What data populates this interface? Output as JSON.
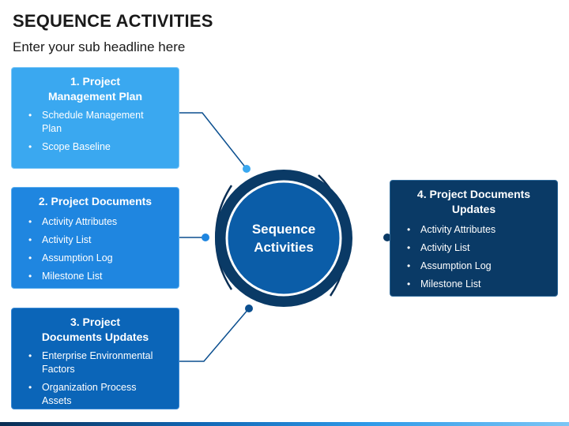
{
  "title": "SEQUENCE ACTIVITIES",
  "subtitle": "Enter your sub headline here",
  "center": {
    "label": "Sequence\nActivities"
  },
  "boxes": [
    {
      "heading": "1. Project\nManagement Plan",
      "items": [
        "Schedule Management\nPlan",
        "Scope Baseline"
      ]
    },
    {
      "heading": "2. Project Documents",
      "items": [
        "Activity Attributes",
        "Activity List",
        "Assumption Log",
        "Milestone List"
      ]
    },
    {
      "heading": "3. Project\nDocuments Updates",
      "items": [
        "Enterprise Environmental\nFactors",
        "Organization Process\nAssets"
      ]
    },
    {
      "heading": "4. Project Documents\nUpdates",
      "items": [
        "Activity Attributes",
        "Activity List",
        "Assumption Log",
        "Milestone List"
      ]
    }
  ],
  "colors": {
    "box1": "#3aa8f0",
    "box2": "#1f86e0",
    "box3": "#0b65b8",
    "box4": "#0a3a66",
    "center_fill": "#0b5da8",
    "center_ring": "#0a3a66",
    "connector": "#0b4f8f"
  }
}
